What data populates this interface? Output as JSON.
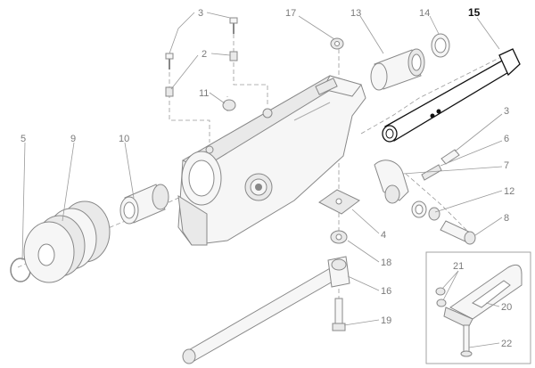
{
  "diagram": {
    "highlight_color": "#111111",
    "line_color": "#9a9a9a",
    "labels": {
      "p2": "2",
      "p3a": "3",
      "p3b": "3",
      "p4": "4",
      "p5": "5",
      "p6": "6",
      "p7": "7",
      "p8": "8",
      "p9": "9",
      "p10": "10",
      "p11": "11",
      "p12": "12",
      "p13": "13",
      "p14": "14",
      "p15": "15",
      "p16": "16",
      "p17": "17",
      "p18": "18",
      "p19": "19",
      "p20": "20",
      "p21": "21",
      "p22": "22"
    }
  }
}
